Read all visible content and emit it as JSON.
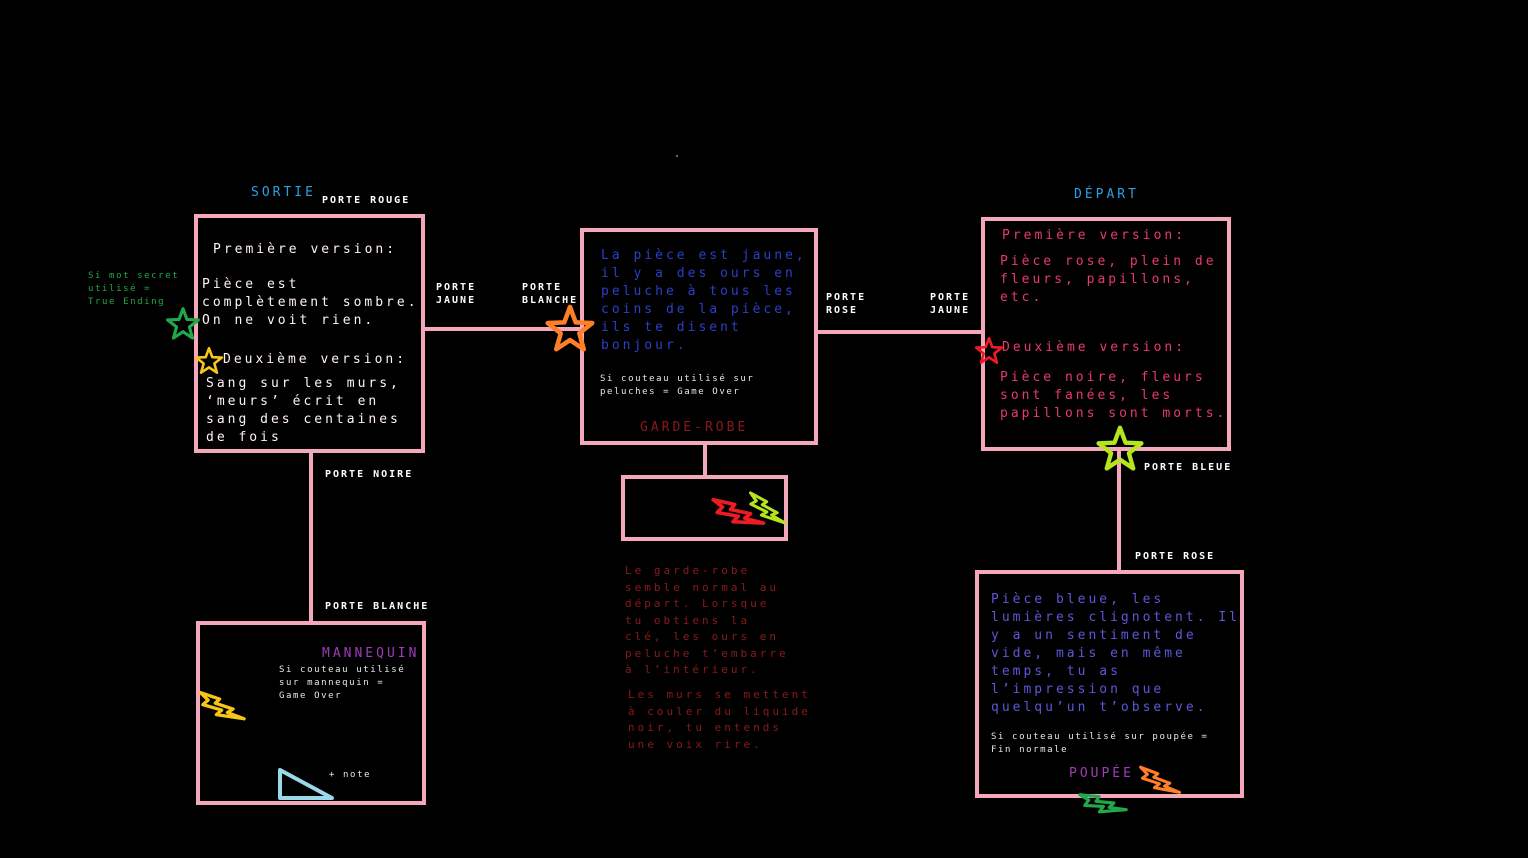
{
  "rooms": {
    "sortie": {
      "title": "SORTIE",
      "door_top": "PORTE ROUGE",
      "v1_label": "Première version:",
      "v1_text": "Pièce est\ncomplètement sombre.\nOn ne voit rien.",
      "v2_label": "Deuxième version:",
      "v2_text": "Sang sur les murs,\n‘meurs’ écrit en\nsang des centaines\nde fois"
    },
    "garderobe": {
      "text": "La pièce est jaune,\nil y a des ours en\npeluche à tous les\ncoins de la pièce,\nils te disent\nbonjour.",
      "note": "Si couteau utilisé sur\npeluches = Game Over",
      "title": "GARDE-ROBE",
      "description_1": "Le garde-robe\nsemble normal au\ndépart. Lorsque\ntu obtiens la\nclé, les ours en\npeluche t’embarre\nà l’intérieur.",
      "description_2": "Les murs se mettent\nà couler du liquide\nnoir, tu entends\nune voix rire."
    },
    "depart": {
      "title": "DÉPART",
      "v1_label": "Première version:",
      "v1_text": "Pièce rose, plein de\nfleurs, papillons,\netc.",
      "v2_label": "Deuxième version:",
      "v2_text": "Pièce noire, fleurs\nsont fanées, les\npapillons sont morts."
    },
    "mannequin": {
      "title": "MANNEQUIN",
      "note": "Si couteau utilisé\nsur mannequin =\nGame Over",
      "item_note": "+ note"
    },
    "poupee": {
      "title": "POUPÉE",
      "text": "Pièce bleue, les\nlumières clignotent. Il\ny a un sentiment de\nvide, mais en même\ntemps, tu as\nl’impression que\nquelqu’un t’observe.",
      "note": "Si couteau utilisé sur poupée =\nFin normale"
    }
  },
  "doors": {
    "jaune_left": "PORTE\nJAUNE",
    "blanche_mid": "PORTE\nBLANCHE",
    "rose_mid": "PORTE\nROSE",
    "jaune_right": "PORTE\nJAUNE",
    "noire": "PORTE NOIRE",
    "blanche_bottom": "PORTE BLANCHE",
    "bleue": "PORTE BLEUE",
    "rose_bottom": "PORTE ROSE"
  },
  "secret": {
    "text": "Si mot secret\nutilisé =\nTrue Ending"
  },
  "icons": {
    "star_green": {
      "name": "star-icon",
      "color": "#21a84a"
    },
    "star_yellow": {
      "name": "star-icon",
      "color": "#f5c518"
    },
    "star_orange": {
      "name": "star-icon",
      "color": "#ff7f27"
    },
    "star_red": {
      "name": "star-icon",
      "color": "#ed1c24"
    },
    "star_lime": {
      "name": "star-icon",
      "color": "#b5e61d"
    },
    "bolt_red": {
      "name": "lightning-icon",
      "color": "#ed1c24"
    },
    "bolt_lime": {
      "name": "lightning-icon",
      "color": "#b5e61d"
    },
    "bolt_yellow": {
      "name": "lightning-icon",
      "color": "#f5c518"
    },
    "bolt_orange": {
      "name": "lightning-icon",
      "color": "#ff7f27"
    },
    "bolt_green": {
      "name": "lightning-icon",
      "color": "#21a84a"
    },
    "triangle_note": {
      "name": "triangle-icon",
      "color": "#99d9ea"
    }
  },
  "colors": {
    "border": "#f4a7b9",
    "title_blue": "#2c9fe0",
    "room_pink": "#e83a6a",
    "room_purple": "#5c57d8",
    "room_indigo": "#2b3fc8",
    "secret_green": "#21a84a",
    "title_magenta": "#a03cb8",
    "dark_red": "#8b1a1a"
  }
}
